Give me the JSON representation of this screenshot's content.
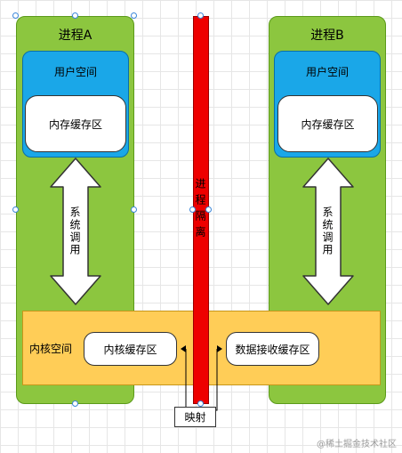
{
  "process_a": {
    "title": "进程A",
    "user_space": "用户空间",
    "buffer": "内存缓存区",
    "syscall": "系统调用"
  },
  "process_b": {
    "title": "进程B",
    "user_space": "用户空间",
    "buffer": "内存缓存区",
    "syscall": "系统调用"
  },
  "isolation_label": "进程隔离",
  "kernel": {
    "label": "内核空间",
    "kernel_buffer": "内核缓存区",
    "receive_buffer": "数据接收缓存区"
  },
  "mapping_label": "映射",
  "watermark": "@稀土掘金技术社区",
  "colors": {
    "process_fill": "#8cc63f",
    "user_space_fill": "#1aa7e8",
    "kernel_fill": "#ffcd57",
    "isolation_fill": "#ee0000"
  }
}
